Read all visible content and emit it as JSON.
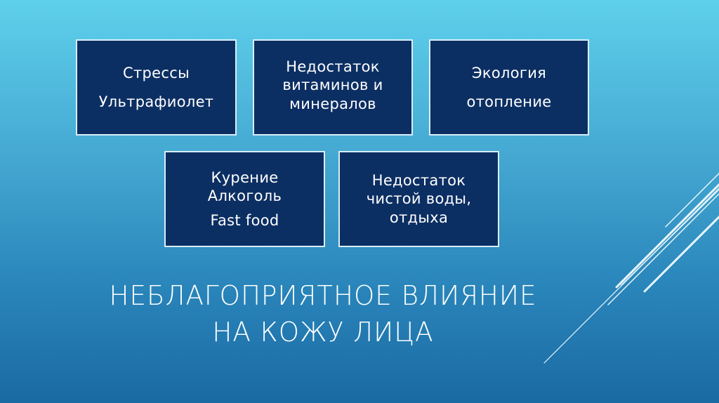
{
  "slide": {
    "title_lines": [
      "НЕБЛАГОПРИЯТНОЕ ВЛИЯНИЕ",
      "НА КОЖУ ЛИЦА"
    ],
    "boxes": [
      {
        "lines": [
          "Стрессы",
          "Ультрафиолет"
        ]
      },
      {
        "lines": [
          "Недостаток",
          "витаминов и",
          "минералов"
        ]
      },
      {
        "lines": [
          "Экология",
          "отопление"
        ]
      },
      {
        "lines": [
          "Курение",
          "Алкоголь",
          "Fast food"
        ]
      },
      {
        "lines": [
          "Недостаток",
          "чистой воды,",
          "отдыха"
        ]
      }
    ],
    "colors": {
      "background_top": "#5fd0ec",
      "background_bottom": "#1a6aa3",
      "box_fill": "#0c2f63",
      "box_border": "#d8eef8",
      "text": "#ffffff"
    }
  }
}
